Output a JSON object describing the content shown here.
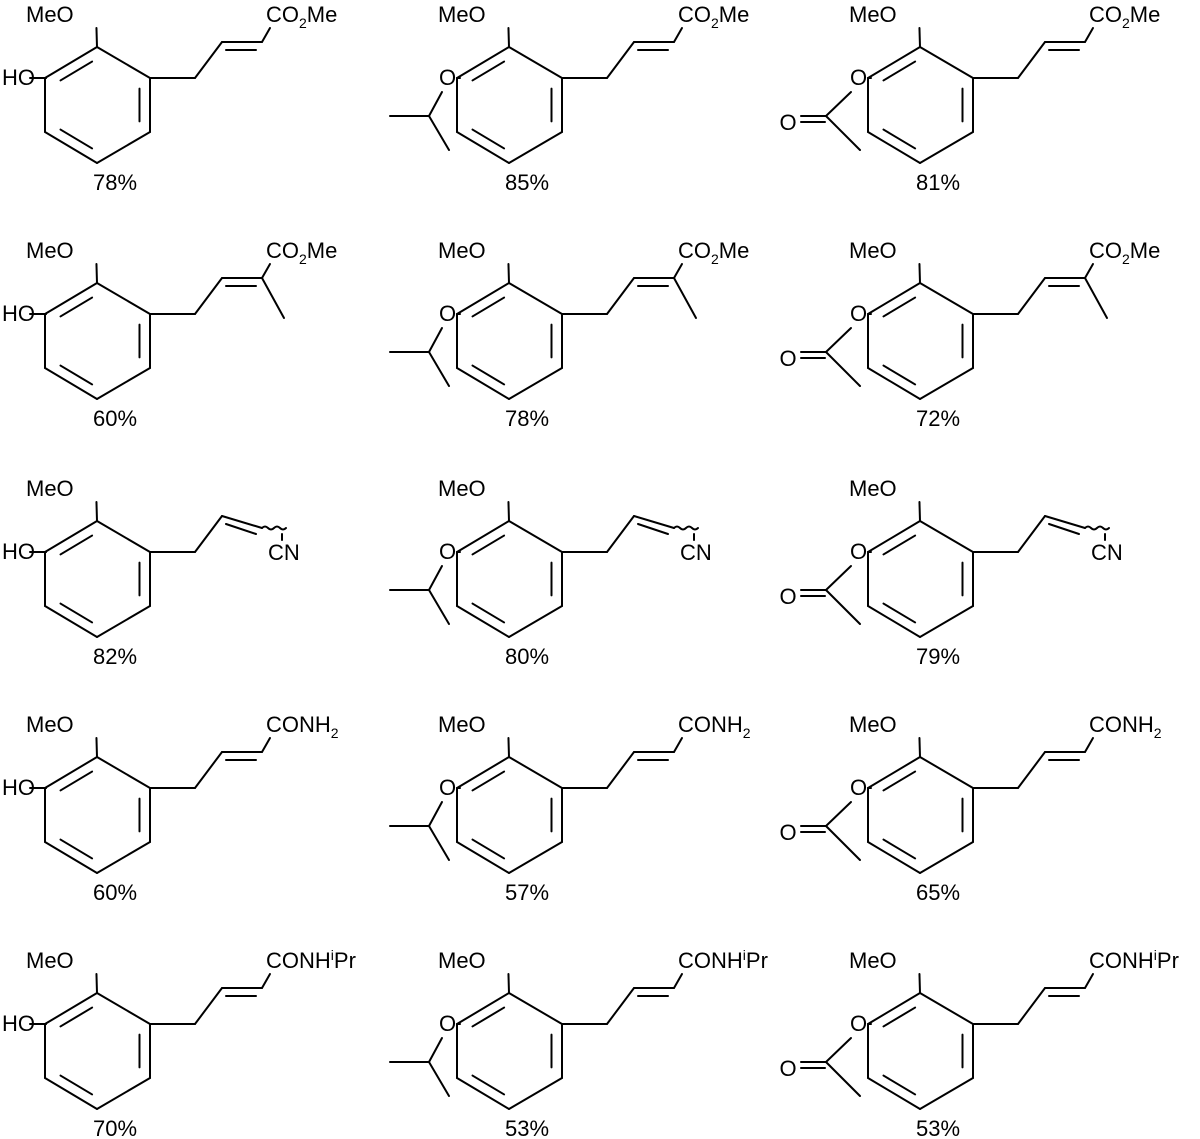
{
  "labels": {
    "methoxy": "MeO",
    "hydroxy": "HO",
    "ether_o": "O",
    "carbonyl_o": "O"
  },
  "colors": {
    "ink": "#000000",
    "background": "#ffffff"
  },
  "columns": [
    {
      "name": "hydroxy",
      "phenol_group": "HO"
    },
    {
      "name": "isopropoxy",
      "phenol_group": "O-isopropyl"
    },
    {
      "name": "acetoxy",
      "phenol_group": "O-acetyl"
    }
  ],
  "rows": [
    {
      "name": "methyl-ester",
      "alkene": "E",
      "methyl_branch": false,
      "ewg": {
        "main": "CO",
        "sub": "2",
        "tail": "Me"
      },
      "yields": [
        "78%",
        "85%",
        "81%"
      ]
    },
    {
      "name": "methyl-branched-ester",
      "alkene": "E",
      "methyl_branch": true,
      "ewg": {
        "main": "CO",
        "sub": "2",
        "tail": "Me"
      },
      "yields": [
        "60%",
        "78%",
        "72%"
      ]
    },
    {
      "name": "nitrile",
      "alkene": "EZ",
      "methyl_branch": false,
      "ewg": {
        "main": "CN",
        "sub": "",
        "tail": ""
      },
      "yields": [
        "82%",
        "80%",
        "79%"
      ]
    },
    {
      "name": "primary-amide",
      "alkene": "E",
      "methyl_branch": false,
      "ewg": {
        "main": "CONH",
        "sub": "2",
        "tail": ""
      },
      "yields": [
        "60%",
        "57%",
        "65%"
      ]
    },
    {
      "name": "isopropyl-amide",
      "alkene": "E",
      "methyl_branch": false,
      "ewg": {
        "main": "CONH",
        "sup": "i",
        "tail": "Pr"
      },
      "yields": [
        "70%",
        "53%",
        "53%"
      ]
    }
  ]
}
